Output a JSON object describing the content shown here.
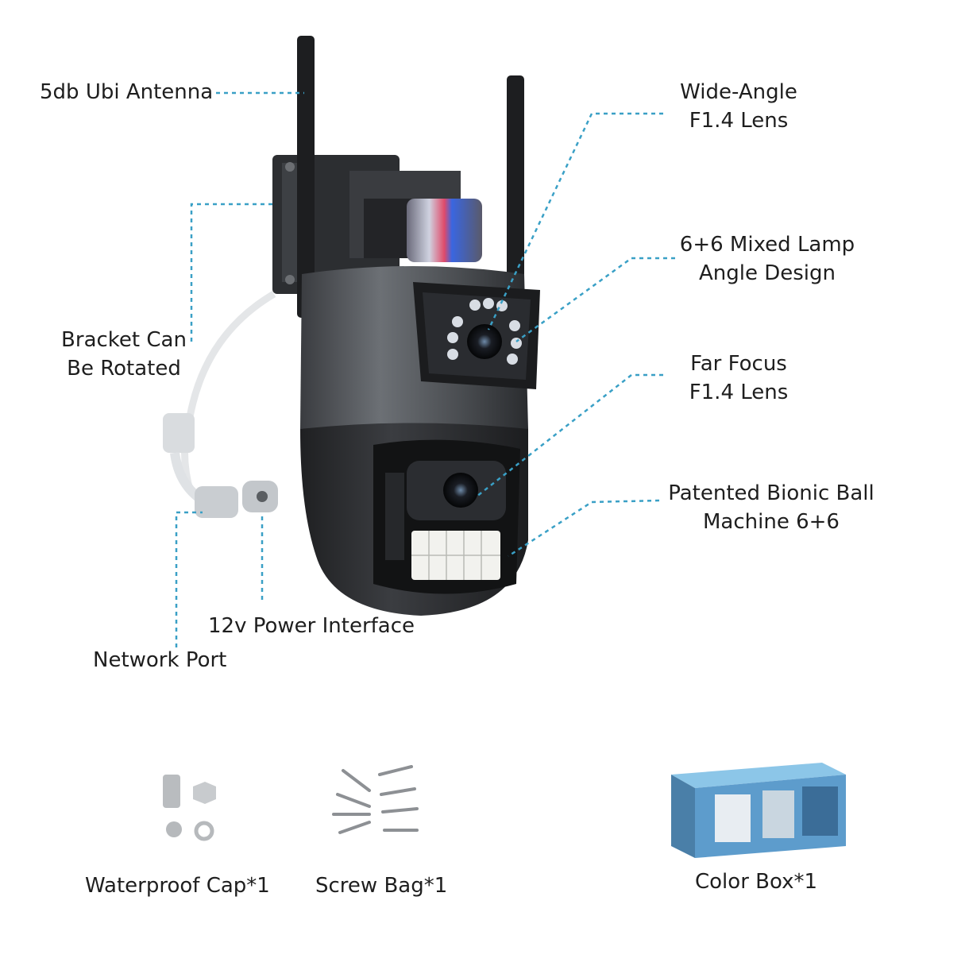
{
  "labels": {
    "antenna": "5db Ubi Antenna",
    "bracket_line1": "Bracket Can",
    "bracket_line2": "Be Rotated",
    "power": "12v Power Interface",
    "network": "Network Port",
    "wide_line1": "Wide-Angle",
    "wide_line2": "F1.4 Lens",
    "lamp_line1": "6+6 Mixed Lamp",
    "lamp_line2": "Angle Design",
    "far_line1": "Far Focus",
    "far_line2": "F1.4 Lens",
    "ball_line1": "Patented Bionic Ball",
    "ball_line2": "Machine 6+6"
  },
  "accessories": [
    {
      "label": "Waterproof Cap*1"
    },
    {
      "label": "Screw Bag*1"
    },
    {
      "label": "Color Box*1"
    }
  ],
  "colors": {
    "leader": "#3aa0c6",
    "body_dark": "#2e3033",
    "body_mid": "#55585c"
  }
}
